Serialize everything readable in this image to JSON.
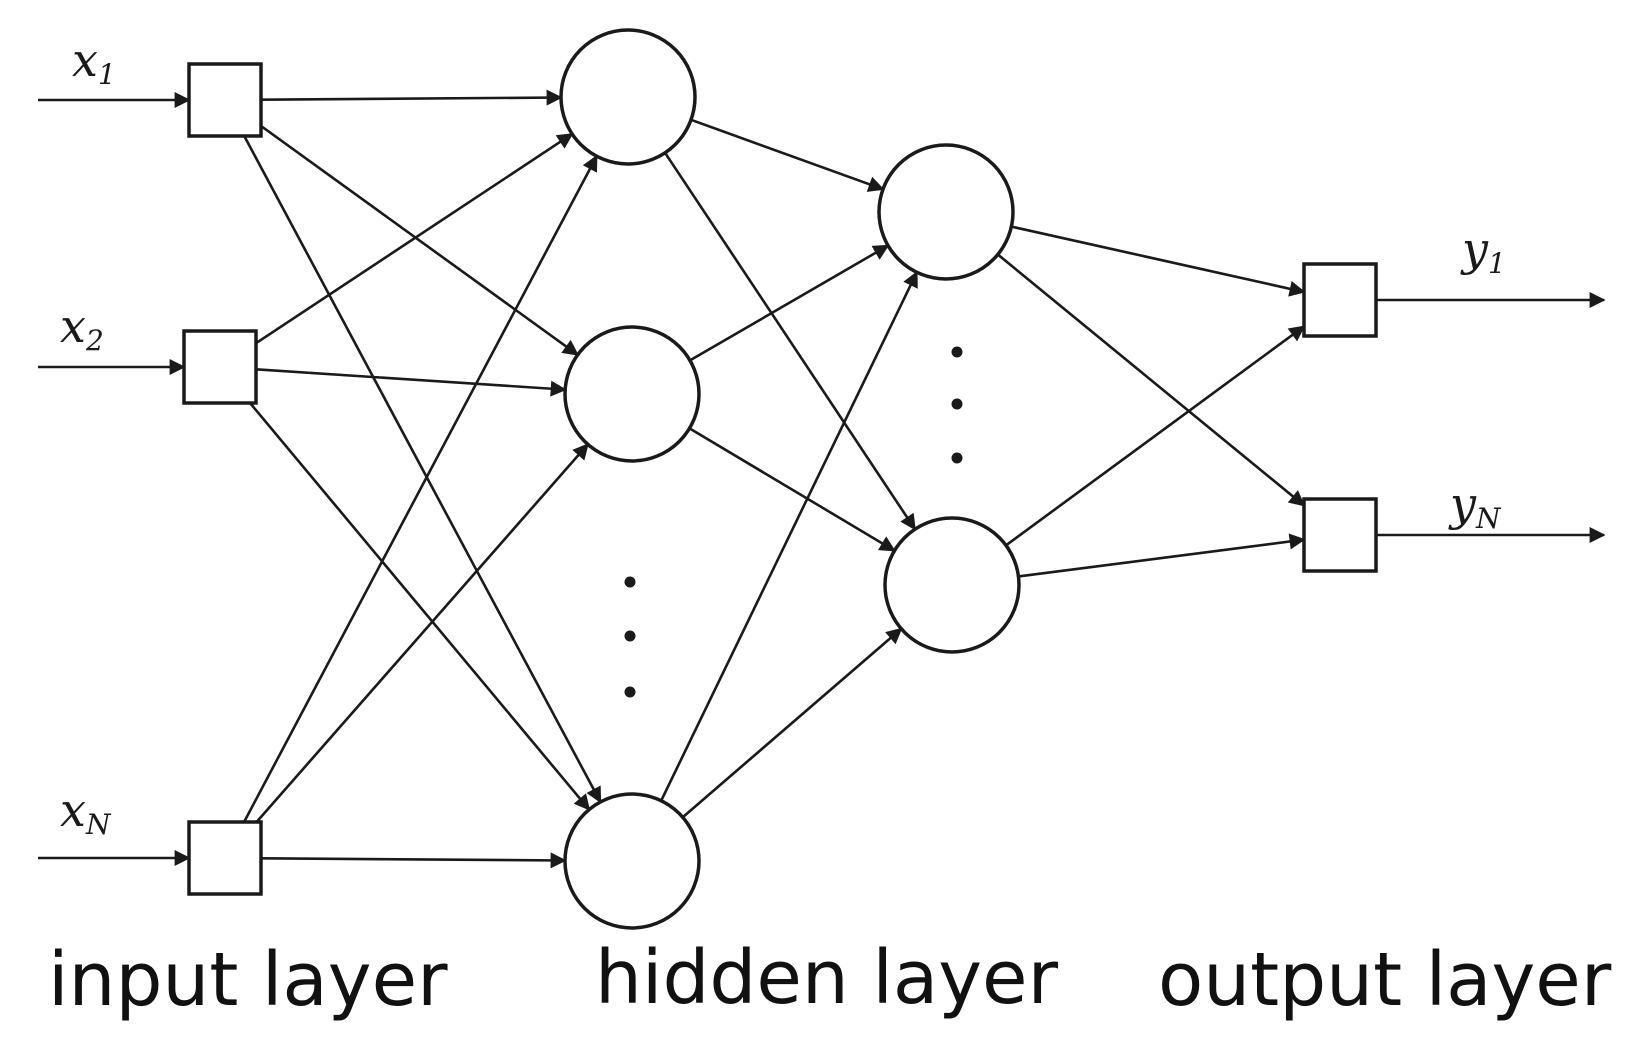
{
  "inputs": [
    {
      "id": "x1",
      "symbol": "x",
      "sub": "1"
    },
    {
      "id": "x2",
      "symbol": "x",
      "sub": "2"
    },
    {
      "id": "xN",
      "symbol": "x",
      "sub": "N"
    }
  ],
  "outputs": [
    {
      "id": "y1",
      "symbol": "y",
      "sub": "1"
    },
    {
      "id": "yN",
      "symbol": "y",
      "sub": "N"
    }
  ],
  "hidden_layer_1_nodes": [
    "h1-1",
    "h1-2",
    "h1-n"
  ],
  "hidden_layer_2_nodes": [
    "h2-1",
    "h2-n"
  ],
  "layer_labels": {
    "input": "input layer",
    "hidden": "hidden layer",
    "output": "output layer"
  },
  "colors": {
    "stroke": "#1a1a1a",
    "background": "#ffffff"
  },
  "connectivity": "fully-connected"
}
